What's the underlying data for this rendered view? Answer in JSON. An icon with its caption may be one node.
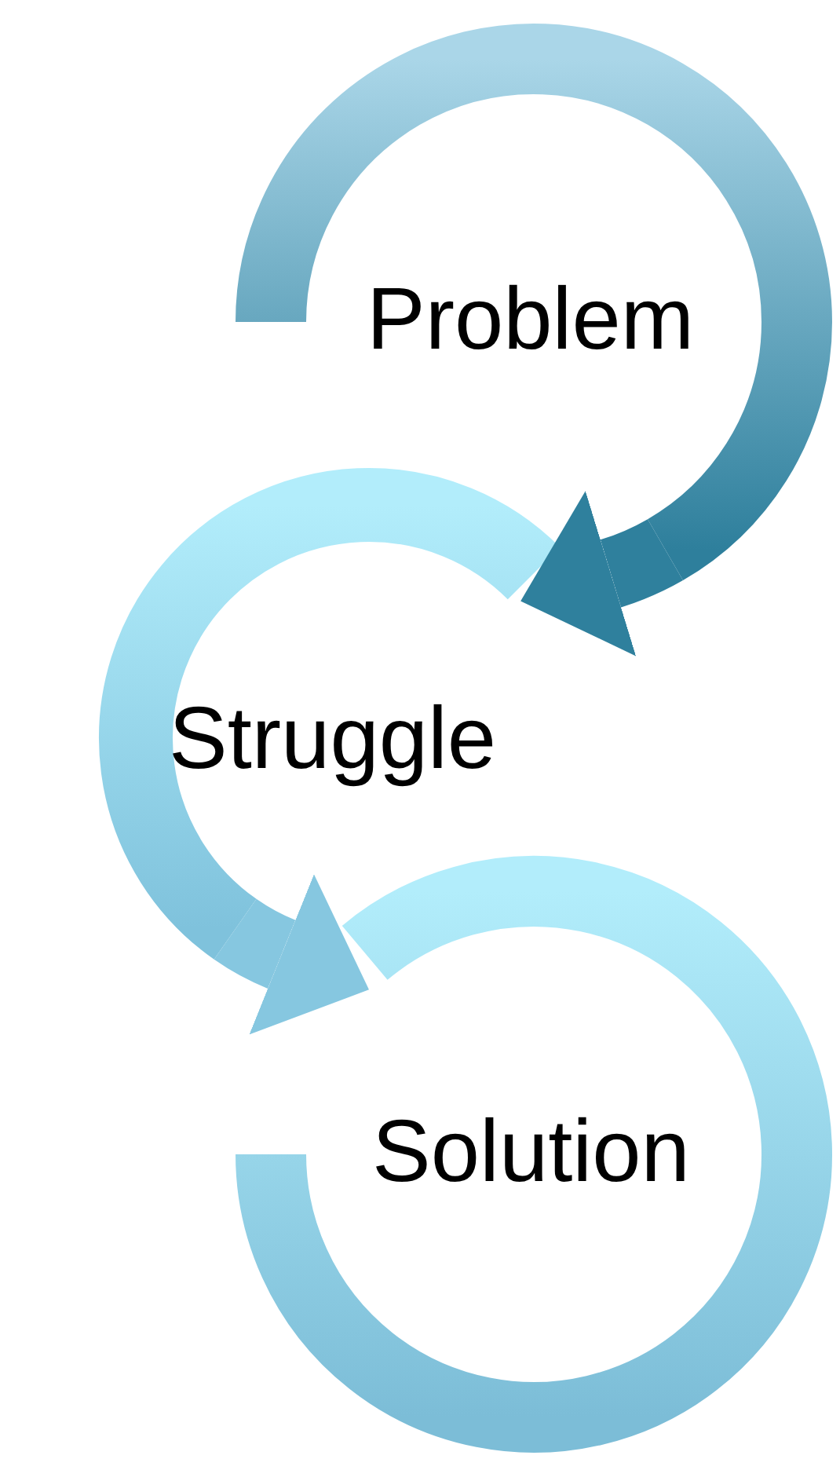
{
  "diagram": {
    "nodes": [
      {
        "text": [
          "Problem"
        ]
      },
      {
        "text": [
          "Struggle"
        ]
      },
      {
        "text": [
          "Solution"
        ]
      }
    ],
    "edges": [
      {
        "from": 0,
        "to": 1,
        "arrow": "to"
      },
      {
        "from": 1,
        "to": 2,
        "arrow": "to"
      }
    ]
  }
}
